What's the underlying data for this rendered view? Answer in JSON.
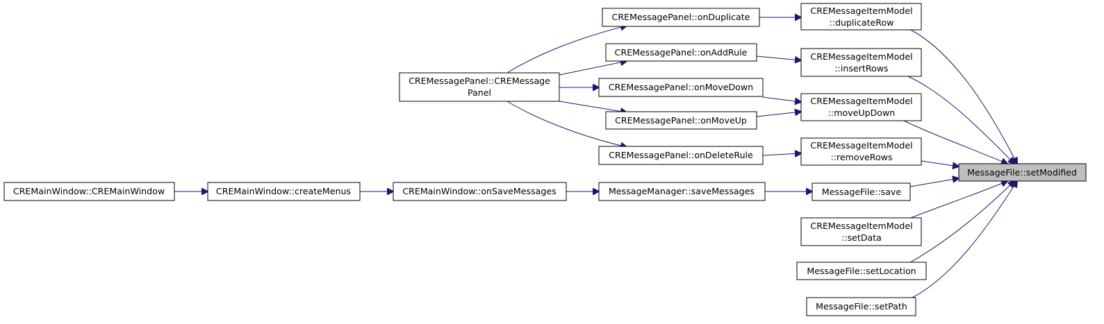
{
  "diagram": {
    "type": "call-graph",
    "colors": {
      "edge": "#191970",
      "highlight_fill": "#bfbfbf",
      "node_fill": "#ffffff",
      "node_stroke": "#000000"
    },
    "nodes": [
      {
        "id": "setModified",
        "lines": [
          "MessageFile::setModified"
        ],
        "highlight": true
      },
      {
        "id": "duplicateRow",
        "lines": [
          "CREMessageItemModel",
          "::duplicateRow"
        ]
      },
      {
        "id": "insertRows",
        "lines": [
          "CREMessageItemModel",
          "::insertRows"
        ]
      },
      {
        "id": "moveUpDown",
        "lines": [
          "CREMessageItemModel",
          "::moveUpDown"
        ]
      },
      {
        "id": "removeRows",
        "lines": [
          "CREMessageItemModel",
          "::removeRows"
        ]
      },
      {
        "id": "save",
        "lines": [
          "MessageFile::save"
        ]
      },
      {
        "id": "setData",
        "lines": [
          "CREMessageItemModel",
          "::setData"
        ]
      },
      {
        "id": "setLocation",
        "lines": [
          "MessageFile::setLocation"
        ]
      },
      {
        "id": "setPath",
        "lines": [
          "MessageFile::setPath"
        ]
      },
      {
        "id": "onDuplicate",
        "lines": [
          "CREMessagePanel::onDuplicate"
        ]
      },
      {
        "id": "onAddRule",
        "lines": [
          "CREMessagePanel::onAddRule"
        ]
      },
      {
        "id": "onMoveDown",
        "lines": [
          "CREMessagePanel::onMoveDown"
        ]
      },
      {
        "id": "onMoveUp",
        "lines": [
          "CREMessagePanel::onMoveUp"
        ]
      },
      {
        "id": "onDeleteRule",
        "lines": [
          "CREMessagePanel::onDeleteRule"
        ]
      },
      {
        "id": "saveMessages",
        "lines": [
          "MessageManager::saveMessages"
        ]
      },
      {
        "id": "panelCtor",
        "lines": [
          "CREMessagePanel::CREMessage",
          "Panel"
        ]
      },
      {
        "id": "onSaveMessages",
        "lines": [
          "CREMainWindow::onSaveMessages"
        ]
      },
      {
        "id": "createMenus",
        "lines": [
          "CREMainWindow::createMenus"
        ]
      },
      {
        "id": "mainWindowCtor",
        "lines": [
          "CREMainWindow::CREMainWindow"
        ]
      }
    ]
  }
}
